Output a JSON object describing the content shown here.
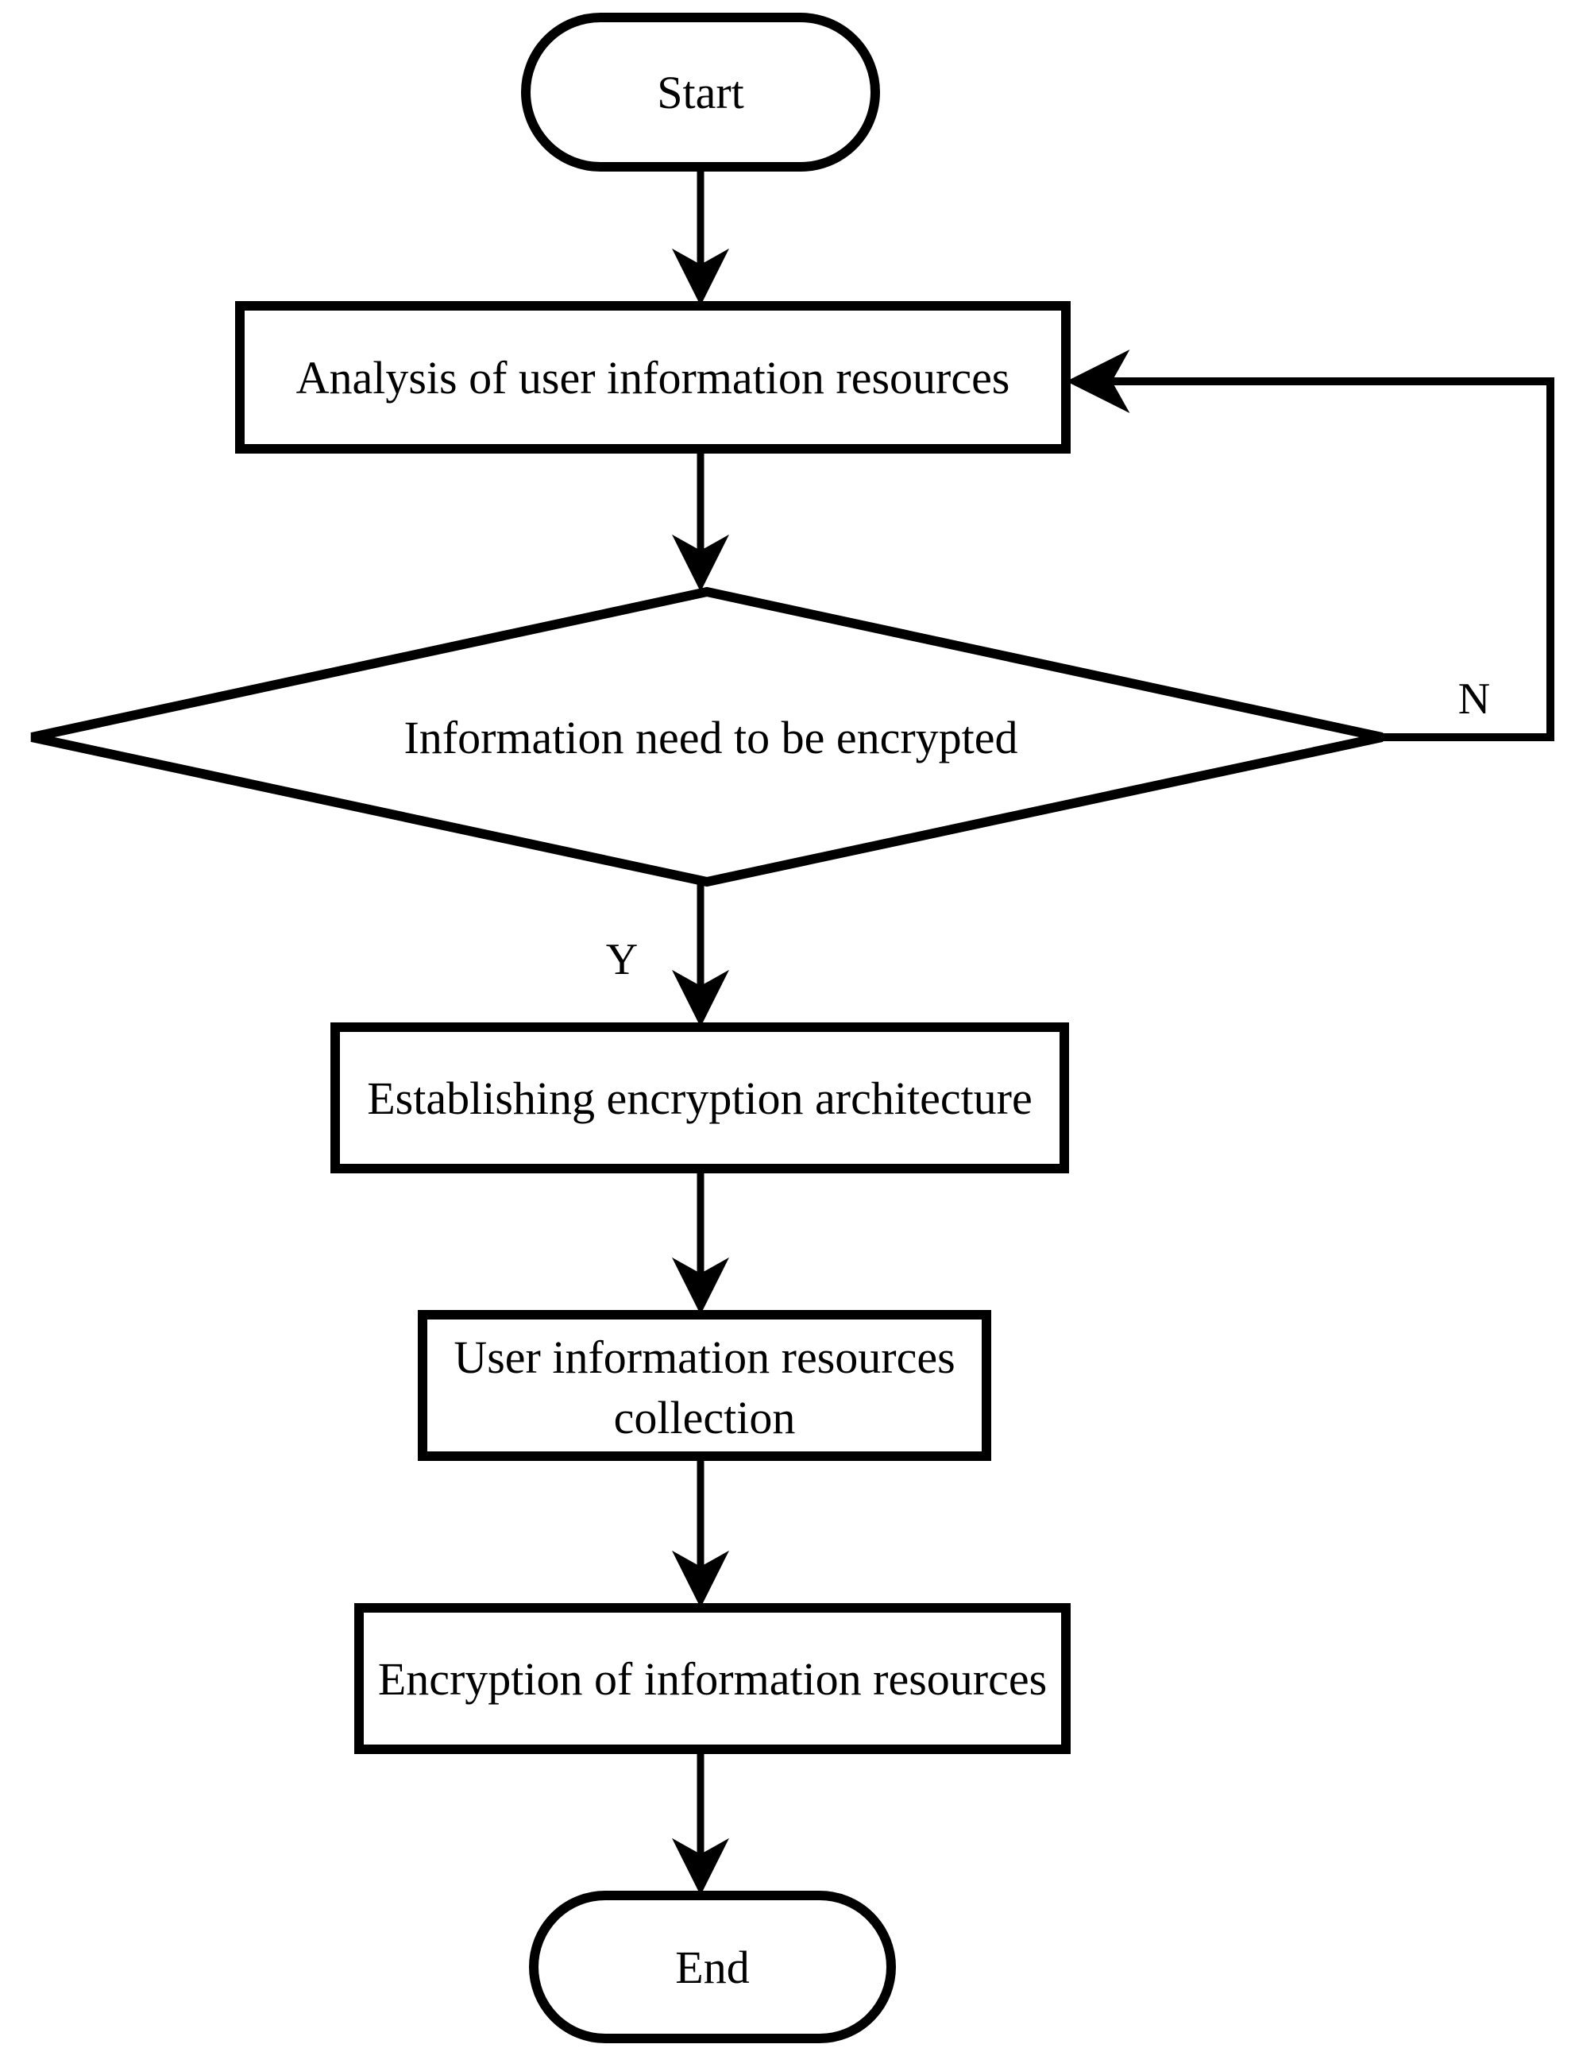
{
  "diagram": {
    "type": "flowchart",
    "background_color": "#ffffff",
    "line_color": "#000000",
    "text_color": "#000000",
    "nodes": {
      "start": {
        "shape": "terminator",
        "label": "Start"
      },
      "analysis": {
        "shape": "process",
        "label": "Analysis of user information resources"
      },
      "decision": {
        "shape": "decision",
        "label": "Information need to be encrypted"
      },
      "establish": {
        "shape": "process",
        "label": "Establishing encryption architecture"
      },
      "collection": {
        "shape": "process",
        "label_line1": "User information resources",
        "label_line2": "collection"
      },
      "encryption": {
        "shape": "process",
        "label": "Encryption of information resources"
      },
      "end": {
        "shape": "terminator",
        "label": "End"
      }
    },
    "edges": {
      "yes_label": "Y",
      "no_label": "N"
    }
  }
}
